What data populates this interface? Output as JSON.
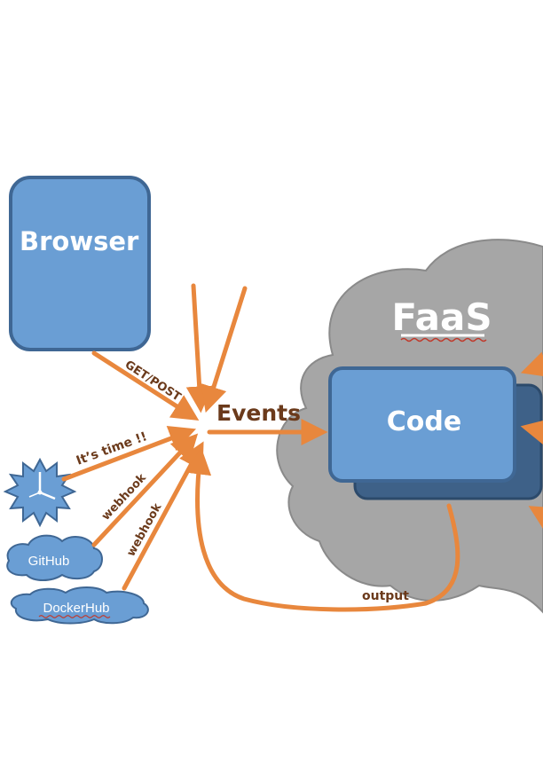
{
  "nodes": {
    "browser": "Browser",
    "faas": "FaaS",
    "code": "Code",
    "github": "GitHub",
    "dockerhub": "DockerHub"
  },
  "edges": {
    "get_post": "GET/POST",
    "timer": "It’s time !!",
    "webhook_github": "webhook",
    "webhook_dockerhub": "webhook",
    "events": "Events",
    "output": "output"
  },
  "colors": {
    "arrow": "#e8873d",
    "node_fill": "#6a9ed4",
    "node_border": "#3f6794",
    "code_shadow": "#3e6188",
    "cloud_fill": "#a6a6a6",
    "cloud_stroke": "#7f7f7f",
    "label_brown": "#6b3a1b",
    "underline_red": "#c0392b"
  },
  "icons": {
    "timer": "clock-icon",
    "cloud": "cloud-icon"
  }
}
